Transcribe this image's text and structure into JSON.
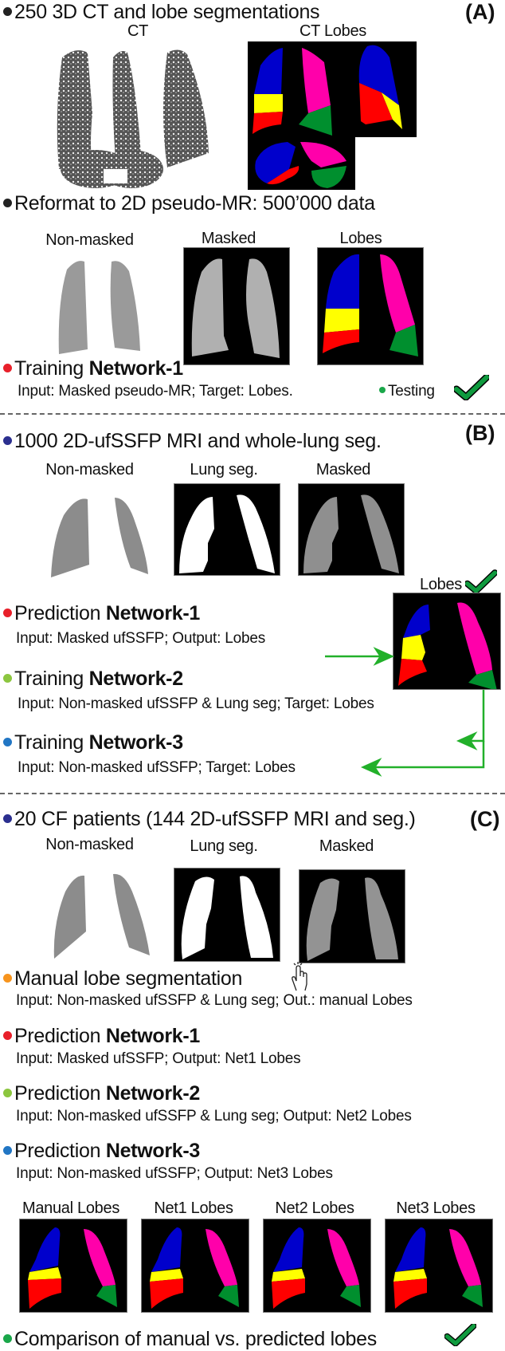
{
  "colors": {
    "dot_black": "#222222",
    "dot_red": "#e8202a",
    "dot_green_dark": "#1aa74a",
    "dot_navy": "#2b2f8f",
    "dot_lightgreen": "#8cc63f",
    "dot_blue": "#2176c4",
    "dot_orange": "#f7941d",
    "arrow_green": "#22b02a",
    "check_green": "#0f9a3e",
    "lobe_blue": "#0000cc",
    "lobe_yellow": "#ffff00",
    "lobe_red": "#ff0000",
    "lobe_magenta": "#ff00aa",
    "lobe_green": "#008f2e"
  },
  "section_a": {
    "panel_label": "(A)",
    "bullet1": "250 3D CT and lobe segmentations",
    "ct_label": "CT",
    "ct_lobes_label": "CT Lobes",
    "bullet2": "Reformat to 2D pseudo-MR: 500’000 data",
    "img_labels": [
      "Non-masked",
      "Masked",
      "Lobes"
    ],
    "training_prefix": "Training ",
    "training_bold": "Network-1",
    "training_sub": "Input: Masked pseudo-MR; Target: Lobes.",
    "testing_label": "Testing",
    "testing_icon": "check-icon"
  },
  "section_b": {
    "panel_label": "(B)",
    "bullet1": "1000 2D-ufSSFP MRI and whole-lung seg.",
    "img_labels": [
      "Non-masked",
      "Lung seg.",
      "Masked"
    ],
    "lobes_label": "Lobes",
    "lobes_icon": "check-icon",
    "items": [
      {
        "prefix": "Prediction ",
        "bold": "Network-1",
        "sub": "Input: Masked ufSSFP; Output: Lobes"
      },
      {
        "prefix": "Training ",
        "bold": "Network-2",
        "sub": "Input: Non-masked ufSSFP & Lung seg; Target: Lobes"
      },
      {
        "prefix": "Training ",
        "bold": "Network-3",
        "sub": "Input: Non-masked ufSSFP; Target: Lobes"
      }
    ]
  },
  "section_c": {
    "panel_label": "(C)",
    "bullet1": "20 CF patients (144 2D-ufSSFP MRI and seg.)",
    "img_labels": [
      "Non-masked",
      "Lung seg.",
      "Masked"
    ],
    "manual": {
      "title": "Manual lobe segmentation",
      "icon": "hand-pointer-icon",
      "sub": "Input: Non-masked ufSSFP & Lung seg; Out.: manual Lobes"
    },
    "items": [
      {
        "prefix": "Prediction ",
        "bold": "Network-1",
        "sub": "Input: Masked ufSSFP; Output: Net1 Lobes"
      },
      {
        "prefix": "Prediction ",
        "bold": "Network-2",
        "sub": "Input: Non-masked ufSSFP & Lung seg; Output: Net2 Lobes"
      },
      {
        "prefix": "Prediction ",
        "bold": "Network-3",
        "sub": "Input: Non-masked ufSSFP; Output: Net3 Lobes"
      }
    ],
    "result_labels": [
      "Manual Lobes",
      "Net1 Lobes",
      "Net2 Lobes",
      "Net3 Lobes"
    ],
    "comparison": "Comparison of manual vs. predicted lobes",
    "comparison_icon": "check-icon"
  }
}
